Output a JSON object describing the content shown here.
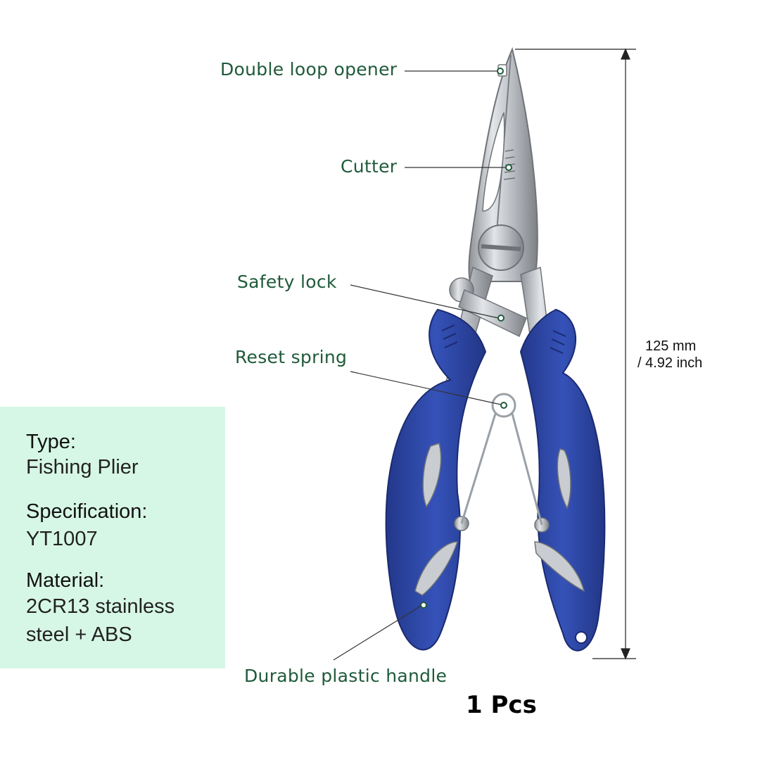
{
  "callouts": {
    "double_loop_opener": "Double loop opener",
    "cutter": "Cutter",
    "safety_lock": "Safety lock",
    "reset_spring": "Reset spring",
    "durable_handle": "Durable plastic handle"
  },
  "dimension": {
    "metric": "125 mm",
    "imperial": "/ 4.92 inch"
  },
  "specs": {
    "type_label": "Type:",
    "type_value": "Fishing Plier",
    "spec_label": "Specification:",
    "spec_value": "YT1007",
    "material_label": "Material:",
    "material_value_line1": "2CR13 stainless",
    "material_value_line2": "steel + ABS"
  },
  "quantity": "1 Pcs",
  "colors": {
    "handle": "#2f49a8",
    "steel": "#c9ccd0",
    "callout_text": "#1f5a3a",
    "panel": "#d7f7e6"
  }
}
